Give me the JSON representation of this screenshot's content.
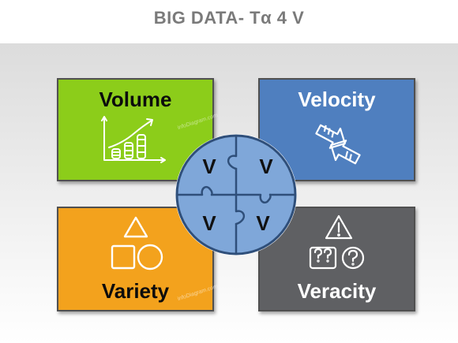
{
  "title": "BIG DATA- Tα 4 V",
  "tiles": {
    "volume": {
      "label": "Volume",
      "color": "#8ccd1a",
      "icon": "bar-chart-growth-icon"
    },
    "velocity": {
      "label": "Velocity",
      "color": "#4f7fbf",
      "icon": "double-arrow-icon"
    },
    "variety": {
      "label": "Variety",
      "color": "#f3a21d",
      "icon": "shapes-icon"
    },
    "veracity": {
      "label": "Veracity",
      "color": "#5f6063",
      "icon": "warning-question-icon"
    }
  },
  "puzzle": {
    "color": "#7fa7d9",
    "pieces": [
      "V",
      "V",
      "V",
      "V"
    ]
  },
  "watermark": "infoDiagram.com"
}
